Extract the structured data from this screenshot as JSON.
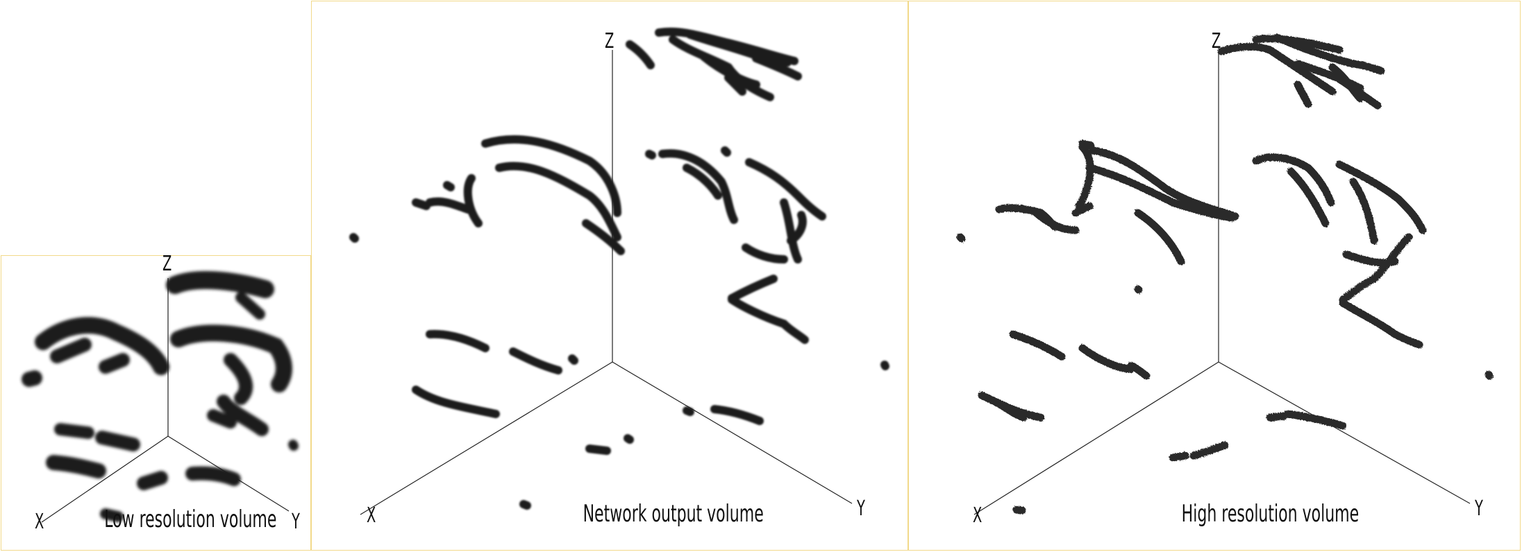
{
  "panels": [
    {
      "id": "low",
      "caption": "Low resolution volume",
      "axes": {
        "x": "X",
        "y": "Y",
        "z": "Z"
      }
    },
    {
      "id": "net",
      "caption": "Network output volume",
      "axes": {
        "x": "X",
        "y": "Y",
        "z": "Z"
      }
    },
    {
      "id": "high",
      "caption": "High resolution volume",
      "axes": {
        "x": "X",
        "y": "Y",
        "z": "Z"
      }
    }
  ],
  "colors": {
    "border": "#f2d98a",
    "vessel_low": "#1c1c1c",
    "vessel_net": "#1a1a1a",
    "vessel_high": "#3a3a3a",
    "axis": "#222222"
  }
}
